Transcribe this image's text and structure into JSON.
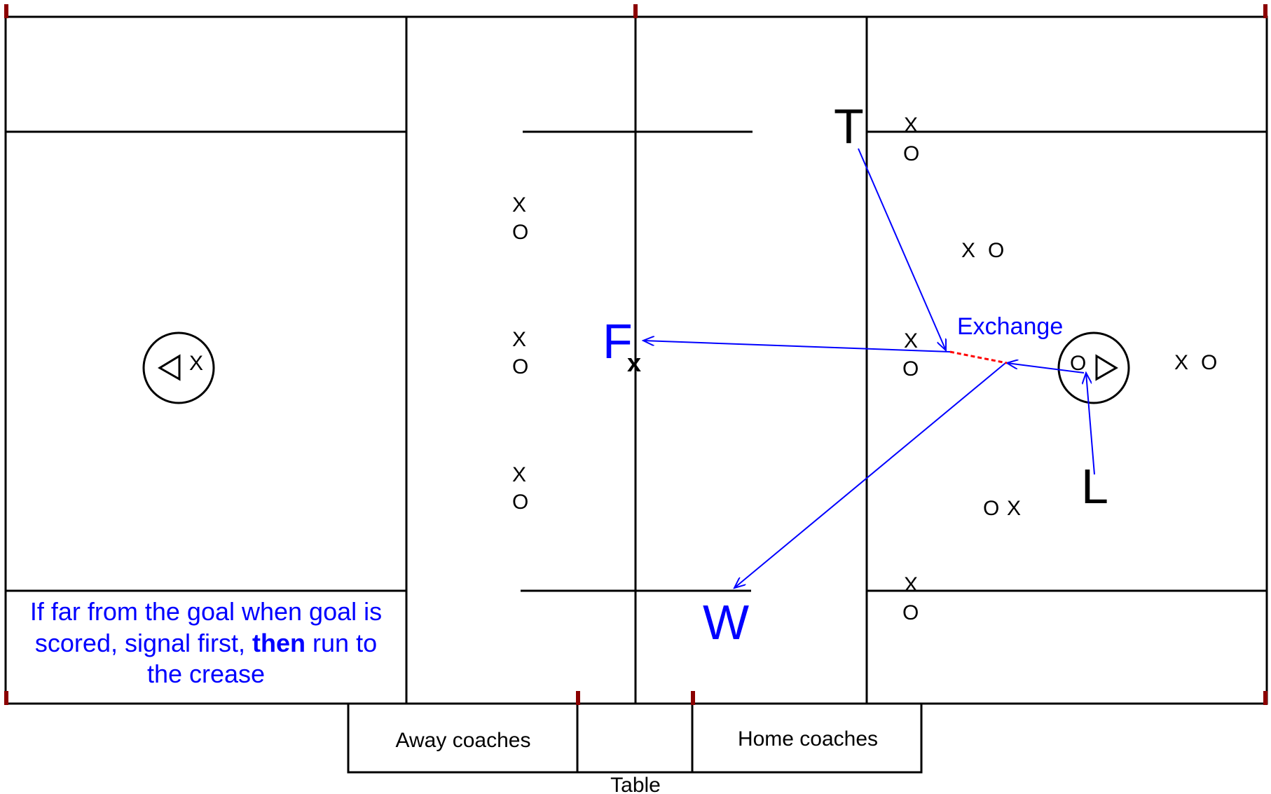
{
  "diagram": {
    "referees": {
      "trail": "T",
      "lead": "L",
      "field": "F",
      "wing": "W"
    },
    "annotation": "Exchange",
    "note": {
      "line1": "If far from the goal when goal is",
      "line2_pre": "scored, signal first, ",
      "line2_bold": "then",
      "line2_post": " run to",
      "line3": "the crease"
    },
    "boxes": {
      "away": "Away coaches",
      "home": "Home coaches",
      "table": "Table"
    },
    "symbols": {
      "x": "X",
      "o": "O",
      "faceoff_x": "x"
    },
    "colors": {
      "lines": "#000000",
      "referee_paths": "#0000ff",
      "exchange_line": "#ff0000",
      "posts": "#8b0000"
    }
  }
}
